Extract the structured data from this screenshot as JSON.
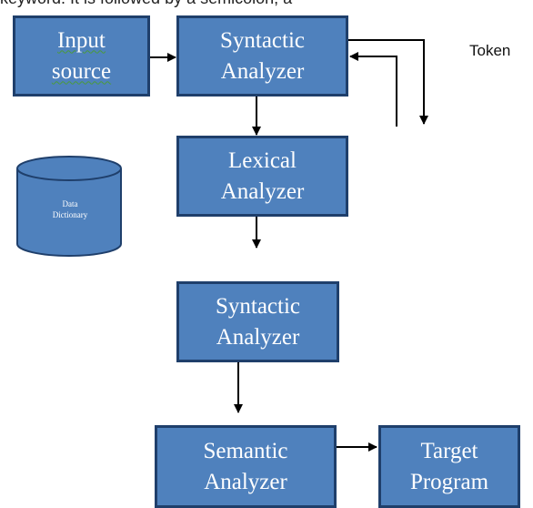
{
  "header_text": "keyword. It is followed by a semicolon, a",
  "boxes": {
    "input_source": [
      "Input",
      "source"
    ],
    "syntactic_top": [
      "Syntactic",
      "Analyzer"
    ],
    "lexical": [
      "Lexical",
      "Analyzer"
    ],
    "syntactic_mid": [
      "Syntactic",
      "Analyzer"
    ],
    "semantic": [
      "Semantic",
      "Analyzer"
    ],
    "target": [
      "Target",
      "Program"
    ]
  },
  "token_label": "Token",
  "data_dictionary": [
    "Data",
    "Dictionary"
  ],
  "colors": {
    "box_fill": "#4f81bd",
    "box_border": "#1f3f6b",
    "arrow": "#000000"
  }
}
